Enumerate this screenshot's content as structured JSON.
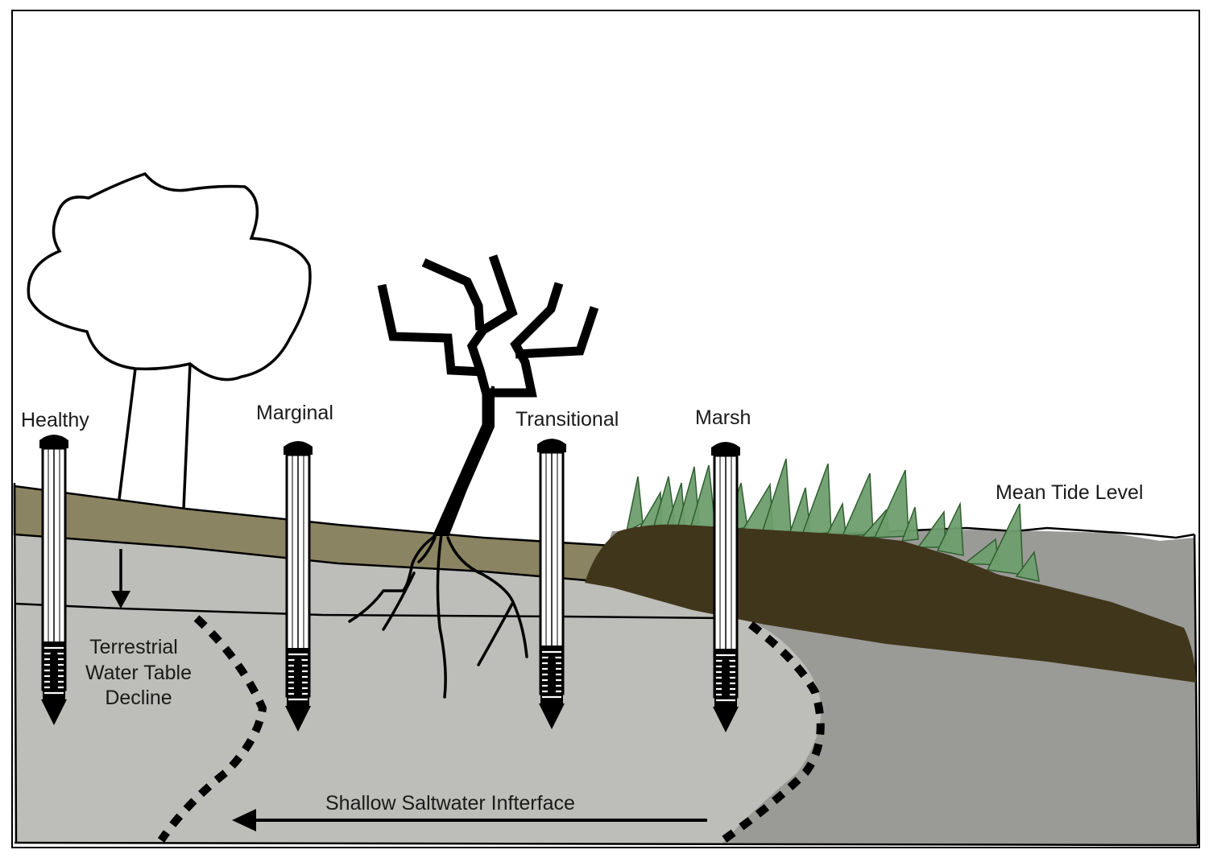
{
  "labels": {
    "healthy": "Healthy",
    "marginal": "Marginal",
    "transitional": "Transitional",
    "marsh": "Marsh",
    "mean_tide": "Mean Tide Level",
    "decline_line1": "Terrestrial",
    "decline_line2": "Water Table",
    "decline_line3": "Decline",
    "interface": "Shallow Saltwater Infterface"
  },
  "colors": {
    "topsoil": "#8b8462",
    "groundwater": "#bdbdb9",
    "saltwater": "#9a9a96",
    "marsh_peat": "#40361c",
    "marsh_grass": "#6e9e6e",
    "outline": "#000000"
  }
}
